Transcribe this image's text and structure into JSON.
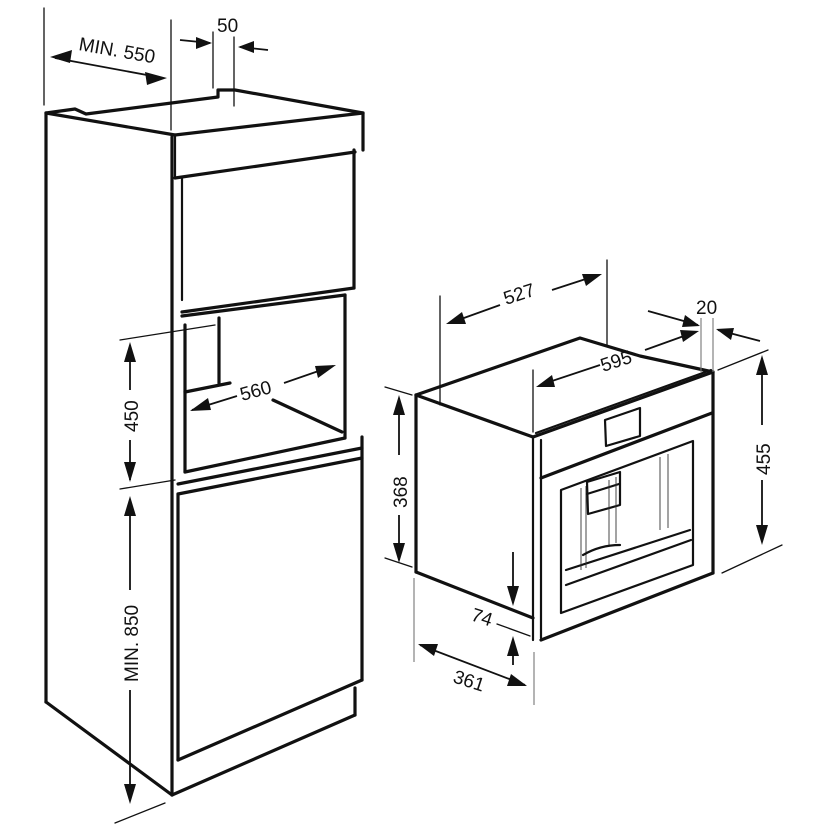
{
  "diagram": {
    "subject": "Built-in coffee machine installation dimensions",
    "units": "mm",
    "cabinet": {
      "dimensions": {
        "min_depth": "MIN. 550",
        "vent_gap": "50",
        "niche_width": "560",
        "niche_height": "450",
        "min_base_height": "MIN. 850"
      }
    },
    "appliance": {
      "dimensions": {
        "body_depth": "527",
        "front_width": "595",
        "front_thickness": "20",
        "front_height": "455",
        "body_height": "368",
        "side_depth": "361",
        "bottom_offset": "74"
      }
    }
  },
  "colors": {
    "line": "#111111",
    "background": "#ffffff"
  }
}
